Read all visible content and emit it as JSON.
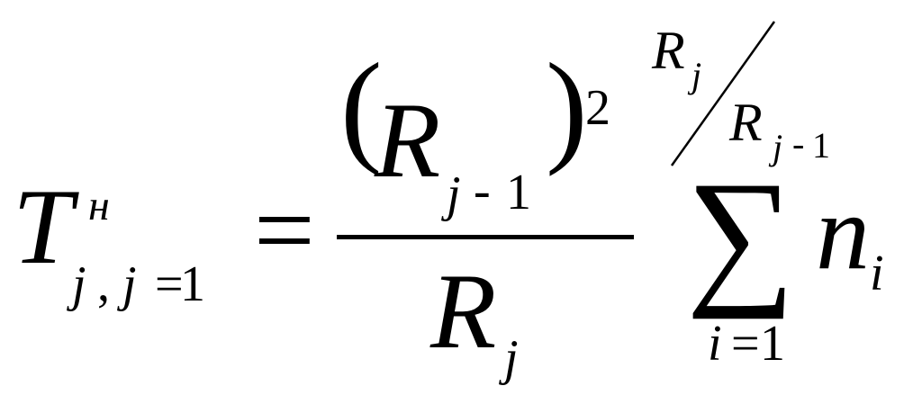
{
  "formula": {
    "lhs": {
      "base": "T",
      "superscript": "н",
      "sub_j1": "j",
      "sub_comma": ",",
      "sub_j2": "j",
      "sub_eq": "=",
      "sub_one": "1"
    },
    "equals": "=",
    "fraction": {
      "open_paren": "(",
      "num_base": "R",
      "num_sub_j": "j",
      "num_sub_minus": "-",
      "num_sub_one": "1",
      "close_paren": ")",
      "exponent": "2",
      "den_base": "R",
      "den_sub": "j"
    },
    "upper_limit": {
      "top_base": "R",
      "top_sub": "j",
      "bottom_base": "R",
      "bottom_sub_j": "j",
      "bottom_sub_minus": "-",
      "bottom_sub_one": "1"
    },
    "sum": {
      "symbol": "∑",
      "lower_i": "i",
      "lower_eq": "=",
      "lower_one": "1"
    },
    "term": {
      "base": "n",
      "sub": "i"
    }
  }
}
